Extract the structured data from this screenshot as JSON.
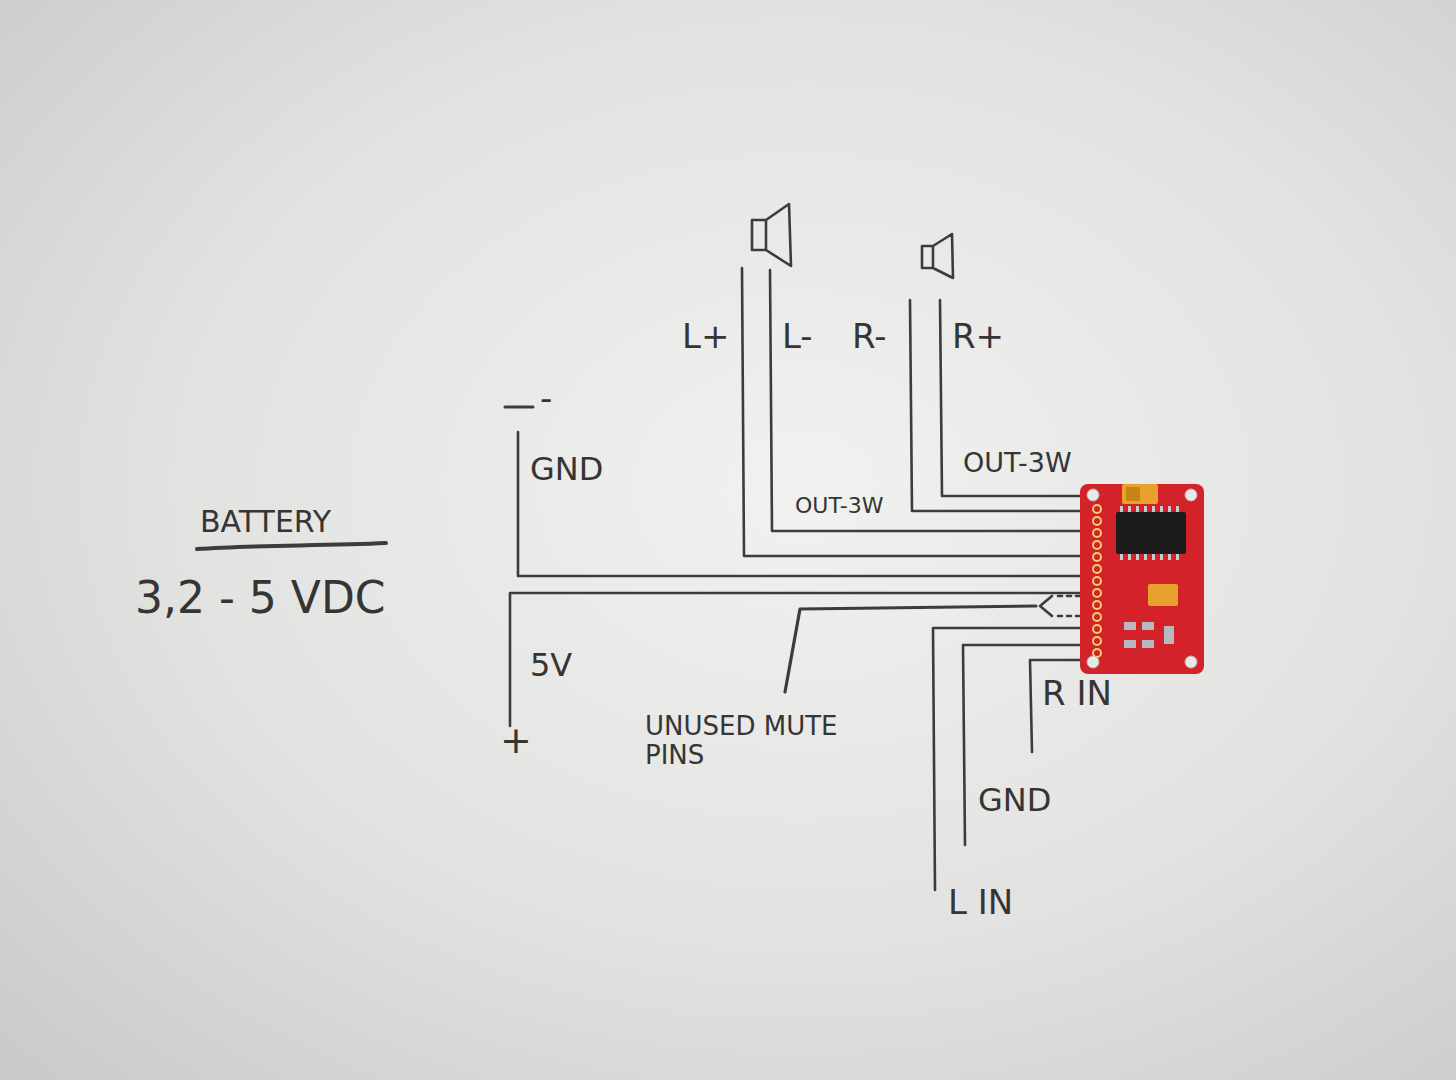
{
  "diagram": {
    "labels": [
      "BATTERY",
      "3,2 - 5 VDC",
      "-",
      "GND",
      "5V",
      "+",
      "L+",
      "L-",
      "R-",
      "R+",
      "OUT-3W",
      "OUT-3W",
      "UNUSED MUTE PINS",
      "R IN",
      "GND",
      "L IN"
    ]
  }
}
